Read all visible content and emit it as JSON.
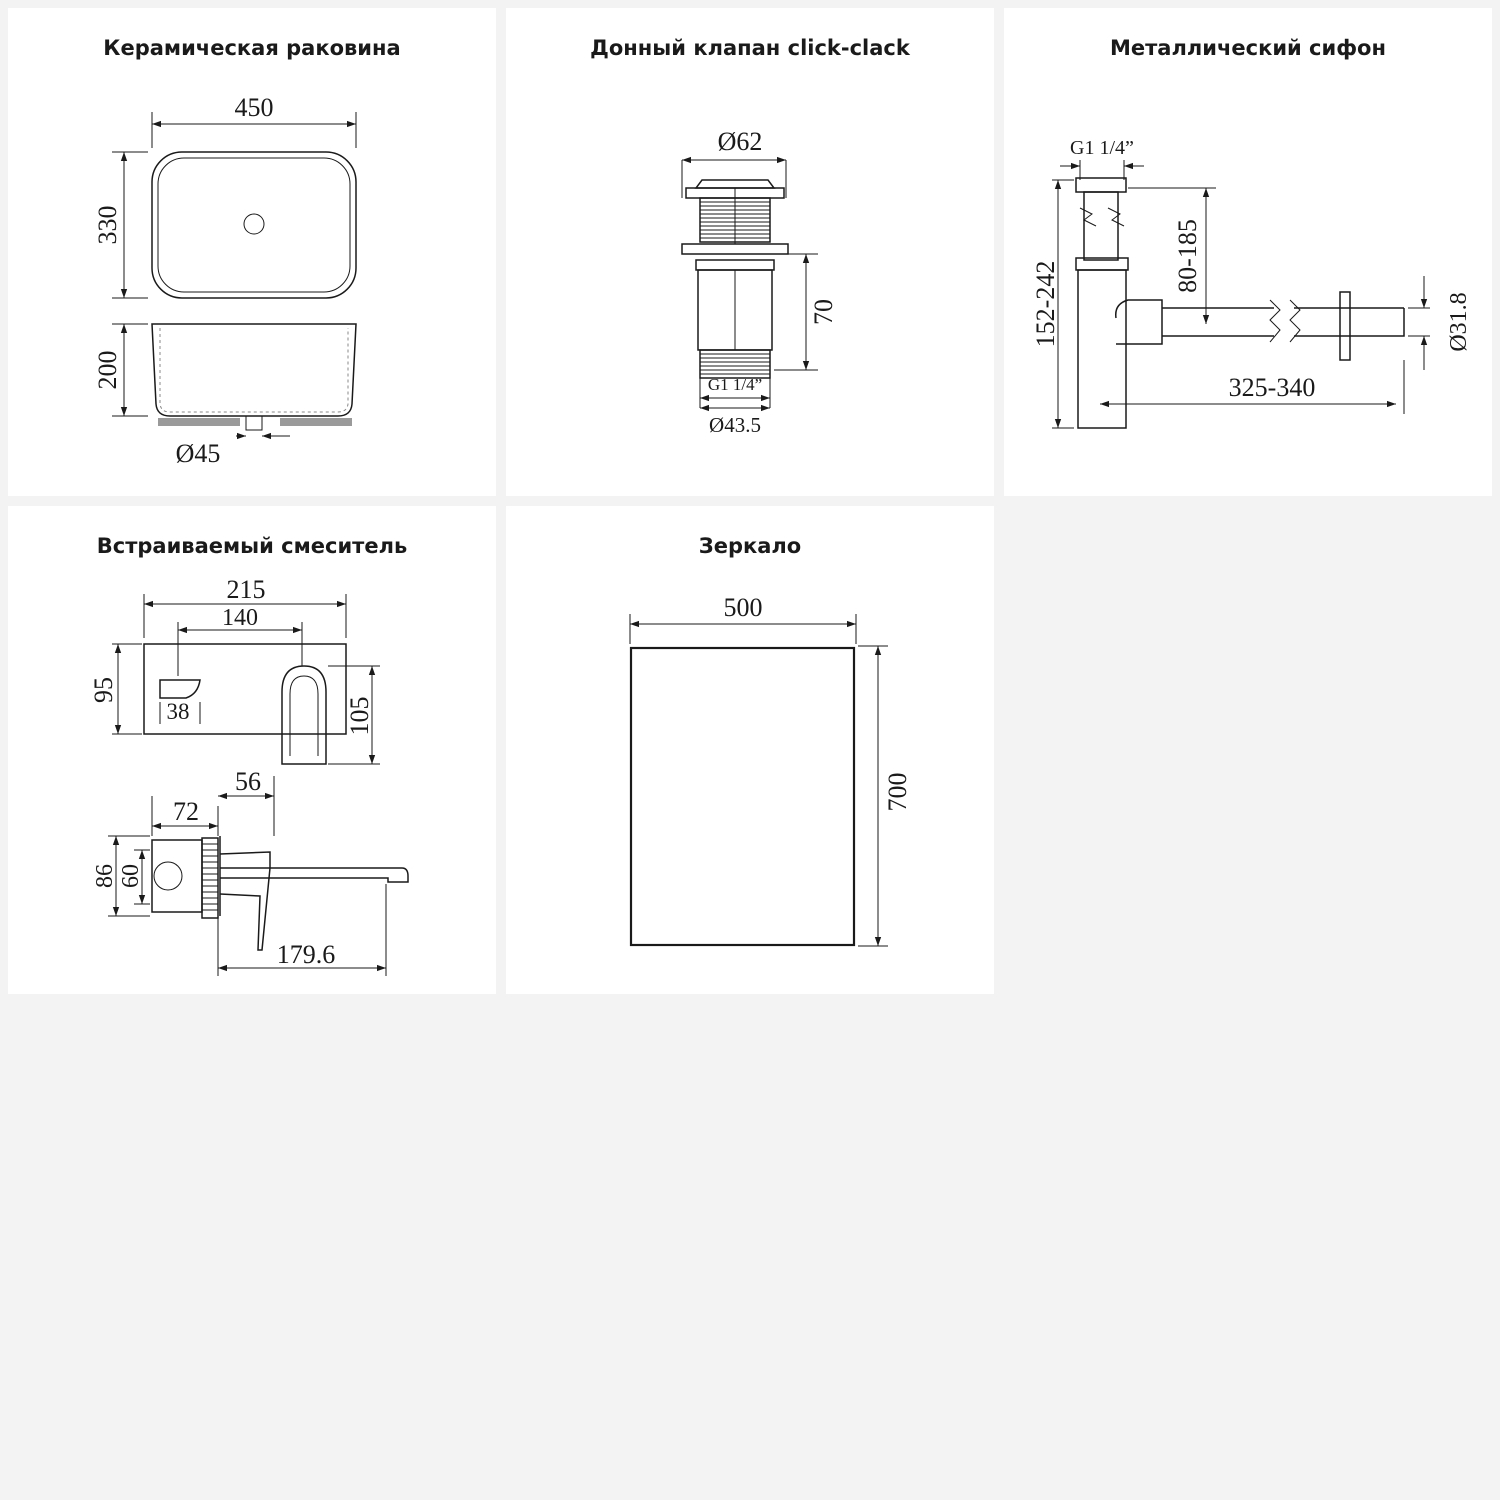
{
  "panels": {
    "sink": {
      "title": "Керамическая раковина",
      "dim_width": "450",
      "dim_depth": "330",
      "dim_height": "200",
      "dim_drain": "Ø45"
    },
    "valve": {
      "title": "Донный клапан click-clack",
      "dim_top": "Ø62",
      "dim_height": "70",
      "dim_thread": "G1 1/4”",
      "dim_bottom": "Ø43.5"
    },
    "siphon": {
      "title": "Металлический сифон",
      "dim_thread": "G1 1/4”",
      "dim_total_height": "152-242",
      "dim_pipe_height": "80-185",
      "dim_length": "325-340",
      "dim_outlet": "Ø31.8"
    },
    "mixer": {
      "title": "Встраиваемый смеситель",
      "dim_plate_width": "215",
      "dim_axis": "140",
      "dim_plate_height": "95",
      "dim_handle_height": "105",
      "dim_small": "38",
      "dim_depth_a": "56",
      "dim_depth_b": "72",
      "dim_body_outer": "86",
      "dim_body_inner": "60",
      "dim_spout": "179.6"
    },
    "mirror": {
      "title": "Зеркало",
      "dim_width": "500",
      "dim_height": "700"
    }
  },
  "colors": {
    "background": "#f3f3f3",
    "panel": "#ffffff",
    "line": "#1a1a1a",
    "base": "#9a9a9a"
  }
}
